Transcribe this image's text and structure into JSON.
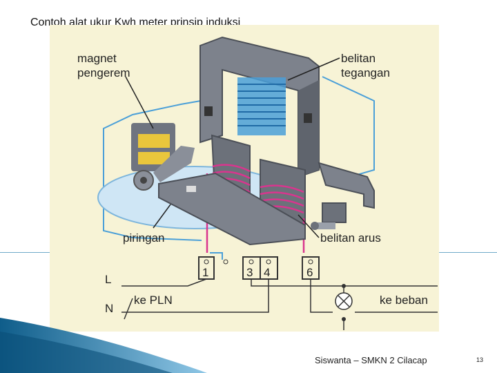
{
  "slide": {
    "title": "Contoh alat ukur Kwh meter prinsip induksi",
    "footer": "Siswanta – SMKN 2 Cilacap",
    "page_number": "13"
  },
  "diagram": {
    "labels": {
      "magnet": "magnet",
      "pengerem": "pengerem",
      "belitan": "belitan",
      "tegangan": "tegangan",
      "piringan": "piringan",
      "belitan_arus": "belitan arus",
      "ke_pln": "ke PLN",
      "ke_beban": "ke beban",
      "L": "L",
      "N": "N"
    },
    "terminals": [
      "1",
      "3",
      "4",
      "6"
    ],
    "colors": {
      "panel": "#f7f3d6",
      "wire_blue": "#4a9fd8",
      "wire_pink": "#d9358e",
      "core": "#8a8f99",
      "magnet": "#e9c63c",
      "disc": "#cfe6f5"
    }
  }
}
